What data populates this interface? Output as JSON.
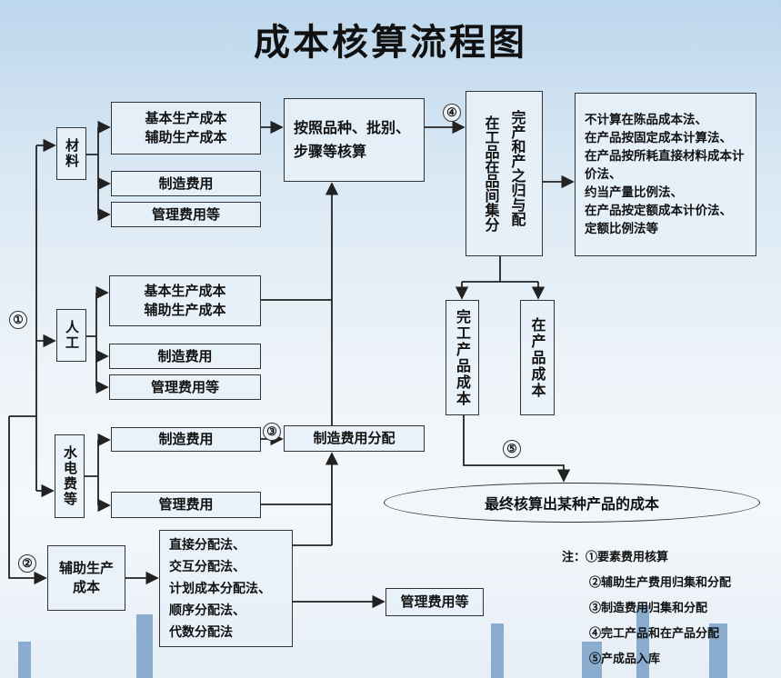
{
  "title": "成本核算流程图",
  "inputs": {
    "material": "材料",
    "labor": "人工",
    "utilities": "水电费等",
    "aux": "辅助生产成本"
  },
  "material_boxes": {
    "basic_aux": "基本生产成本\n辅助生产成本",
    "mfg": "制造费用",
    "mgmt": "管理费用等"
  },
  "labor_boxes": {
    "basic_aux": "基本生产成本\n辅助生产成本",
    "mfg": "制造费用",
    "mgmt": "管理费用等"
  },
  "utility_boxes": {
    "mfg": "制造费用",
    "mgmt": "管理费用"
  },
  "by_type": "按照品种、批别、步骤等核算",
  "mfg_alloc": "制造费用分配",
  "aux_methods": "直接分配法、\n交互分配法、\n计划成本分配法、\n顺序分配法、\n代数分配法",
  "mgmt_end": "管理费用等",
  "split_box": "在工品在品间集分完产和产之归与配",
  "split_col1": "在工品在品间集分",
  "split_col2": "完产和产之归与配",
  "split_methods": "不计算在陈品成本法、\n在产品按固定成本计算法、\n在产品按所耗直接材料成本计价法、\n约当产量比例法、\n在产品按定额成本计价法、\n定额比例法等",
  "finished": "完工产品成本",
  "wip": "在产品成本",
  "final": "最终核算出某种产品的成本",
  "markers": {
    "m1": "①",
    "m2": "②",
    "m3": "③",
    "m4": "④",
    "m5": "⑤"
  },
  "notes": {
    "label": "注：",
    "items": [
      "①要素费用核算",
      "②辅助生产费用归集和分配",
      "③制造费用归集和分配",
      "④完工产品和在产品分配",
      "⑤产成品入库"
    ]
  }
}
